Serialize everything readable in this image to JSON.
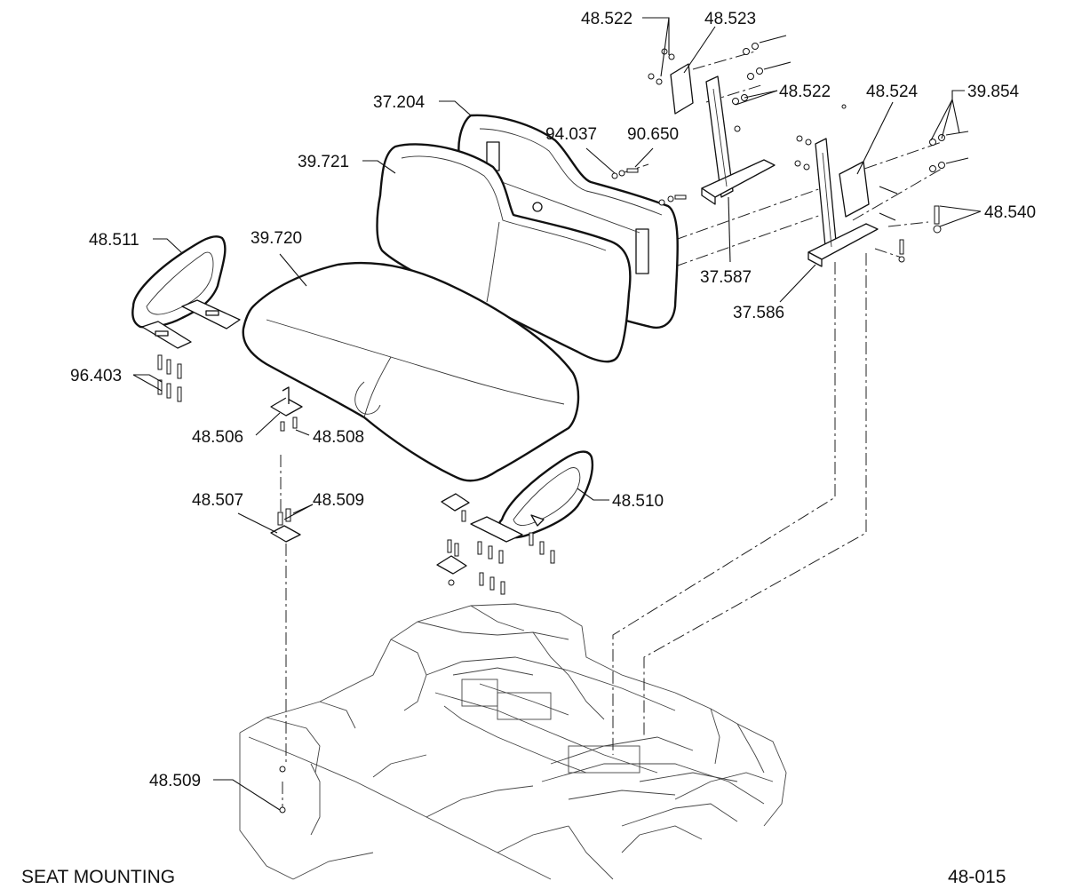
{
  "footer": {
    "title": "SEAT MOUNTING",
    "page_number": "48-015"
  },
  "callouts": {
    "p48_522_top": "48.522",
    "p48_523": "48.523",
    "p48_522_mid": "48.522",
    "p48_524": "48.524",
    "p39_854": "39.854",
    "p37_204": "37.204",
    "p94_037": "94.037",
    "p90_650": "90.650",
    "p39_721": "39.721",
    "p48_540": "48.540",
    "p39_720": "39.720",
    "p48_511": "48.511",
    "p37_587": "37.587",
    "p37_586": "37.586",
    "p96_403": "96.403",
    "p48_506": "48.506",
    "p48_508": "48.508",
    "p48_510": "48.510",
    "p48_507": "48.507",
    "p48_509_upper": "48.509",
    "p48_509_lower": "48.509"
  }
}
